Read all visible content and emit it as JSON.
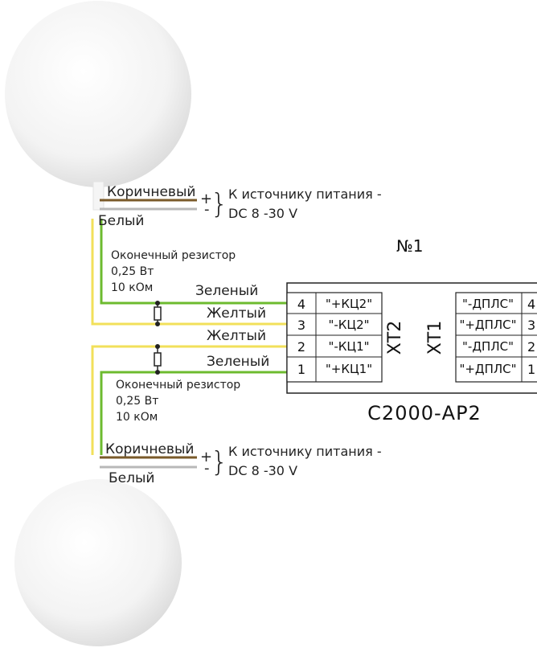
{
  "top_detector": {
    "wire_brown": "Коричневый",
    "wire_white": "Белый",
    "plus": "+",
    "minus": "-",
    "power_line1": "К источнику питания -",
    "power_line2": "DC 8 -30 V"
  },
  "bottom_detector": {
    "wire_brown": "Коричневый",
    "wire_white": "Белый",
    "plus": "+",
    "minus": "-",
    "power_line1": "К источнику питания -",
    "power_line2": "DC 8 -30 V"
  },
  "resistor_top": {
    "line1": "Оконечный резистор",
    "line2": "0,25 Вт",
    "line3": "10 кОм"
  },
  "resistor_bottom": {
    "line1": "Оконечный резистор",
    "line2": "0,25 Вт",
    "line3": "10 кОм"
  },
  "wires": {
    "green_top": "Зеленый",
    "yellow_top": "Желтый",
    "yellow_bottom": "Желтый",
    "green_bottom": "Зеленый"
  },
  "module": {
    "number": "№1",
    "name": "С2000-АР2",
    "xt2_label": "ХТ2",
    "xt1_label": "ХТ1",
    "xt2_rows": [
      {
        "pin": "4",
        "signal": "\"+КЦ2\""
      },
      {
        "pin": "3",
        "signal": "\"-КЦ2\""
      },
      {
        "pin": "2",
        "signal": "\"-КЦ1\""
      },
      {
        "pin": "1",
        "signal": "\"+КЦ1\""
      }
    ],
    "xt1_rows": [
      {
        "pin": "4",
        "signal": "\"-ДПЛС\""
      },
      {
        "pin": "3",
        "signal": "\"+ДПЛС\""
      },
      {
        "pin": "2",
        "signal": "\"-ДПЛС\""
      },
      {
        "pin": "1",
        "signal": "\"+ДПЛС\""
      }
    ]
  },
  "colors": {
    "green": "#6dbb2f",
    "yellow": "#f2e05a",
    "brown": "#7a5a2a",
    "gray": "#b8b8b8"
  }
}
